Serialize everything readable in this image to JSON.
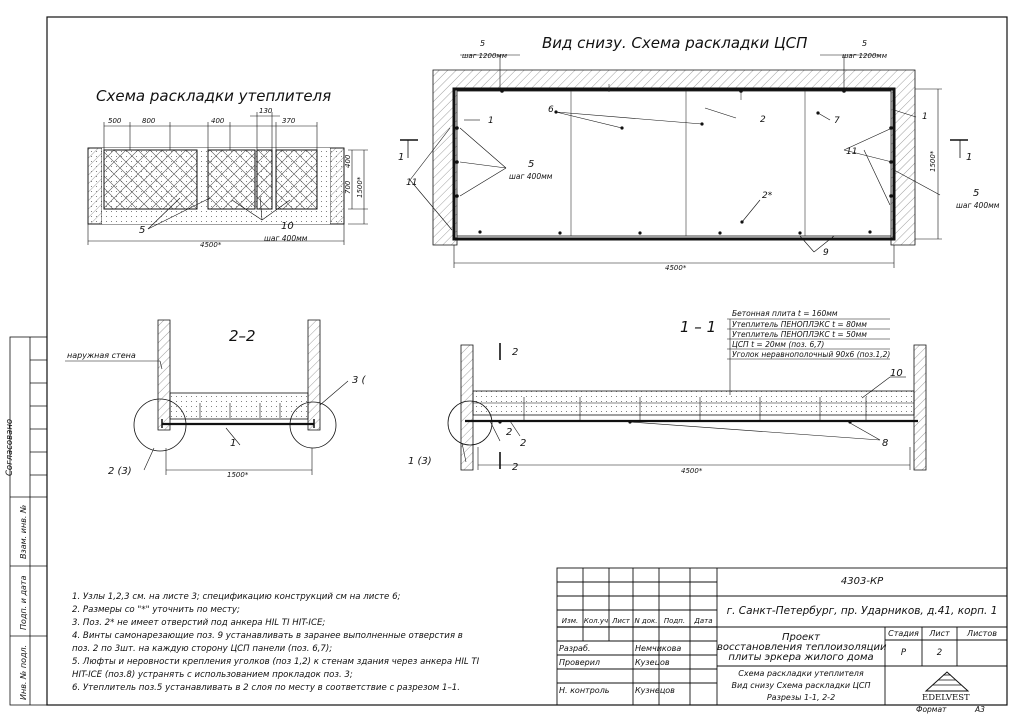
{
  "views": {
    "insulation_title": "Схема раскладки утеплителя",
    "bottom_title": "Вид снизу. Схема раскладки ЦСП",
    "section22_title": "2–2",
    "section11_title": "1 – 1"
  },
  "insulation_plan": {
    "dims_top": [
      "500",
      "800",
      "400",
      "130",
      "370"
    ],
    "dim_bottom": "4500*",
    "dims_right": [
      "400",
      "700",
      "1500*"
    ],
    "label_5": "5",
    "label_10": "10",
    "step": "шаг 400мм"
  },
  "bottom_view": {
    "top_left_num": "5",
    "top_left_step": "шаг 1200мм",
    "top_right_num": "5",
    "top_right_step": "шаг 1200мм",
    "right_num": "5",
    "right_step": "шаг 400мм",
    "left_num": "5",
    "left_step": "шаг 400мм",
    "callouts": [
      "1",
      "6",
      "2",
      "7",
      "1",
      "11",
      "11",
      "2*",
      "9"
    ],
    "dim_bottom": "4500*",
    "dim_right": "1500*",
    "cut_marks": [
      "1",
      "1"
    ]
  },
  "section22": {
    "outer_wall_label": "наружная стена",
    "label_3": "3 (",
    "label_1": "1",
    "node_label": "2 (3)",
    "dim": "1500*"
  },
  "section11": {
    "layers": [
      "Бетонная плита  t = 160мм",
      "Утеплитель ПЕНОПЛЭКС  t = 80мм",
      "Утеплитель ПЕНОПЛЭКС  t = 50мм",
      "ЦСП t = 20мм (поз. 6,7)",
      "Уголок неравнополочный 90х6 (поз.1,2)"
    ],
    "label_10": "10",
    "label_8": "8",
    "label_2a": "2",
    "label_2b": "2",
    "node_label": "1 (3)",
    "cut_top": "2",
    "cut_bottom": "2",
    "dim": "4500*"
  },
  "notes": [
    "1. Узлы 1,2,3 см. на листе 3; спецификацию конструкций см на листе 6;",
    " 2. Размеры со \"*\" уточнить по месту;",
    "3. Поз. 2* не имеет отверстий под анкера HIL TI HIT-ICE;",
    "4. Винты самонарезающие поз. 9 устанавливать в заранее выполненные отверстия в",
    "поз. 2 по 3шт. на каждую сторону ЦСП панели (поз. 6,7);",
    "5. Люфты и неровности крепления уголков (поз 1,2) к стенам здания через анкера HIL TI",
    "HIT-ICE (поз.8) устранять с использованием прокладок поз. 3;",
    "6. Утеплитель поз.5 устанавливать в 2 слоя по месту в соответствие с разрезом 1–1."
  ],
  "side_stamp": [
    "Согласовано",
    "Взам. инв. №",
    "Подп. и дата",
    "Инв. № подл."
  ],
  "title_block": {
    "code": "4303-КР",
    "address": "г. Санкт-Петербург, пр. Ударников, д.41, корп. 1",
    "head": [
      "Изм.",
      "Кол.уч",
      "Лист",
      "N док.",
      "Подп.",
      "Дата"
    ],
    "people": [
      {
        "role": "Разраб.",
        "name": "Немчикова"
      },
      {
        "role": "Проверил",
        "name": "Кузецов"
      },
      {
        "role": "",
        "name": ""
      },
      {
        "role": "Н. контроль",
        "name": "Кузнецов"
      }
    ],
    "project": [
      "Проект",
      "восстановления теплоизоляции",
      "плиты эркера жилого дома"
    ],
    "stage_head": [
      "Стадия",
      "Лист",
      "Листов"
    ],
    "stage_vals": [
      "Р",
      "2",
      ""
    ],
    "sheet_desc": [
      "Схема раскладки утеплителя",
      "Вид снизу Схема раскладки ЦСП",
      "Разрезы 1-1, 2-2"
    ],
    "logo": "EDELVEST",
    "format_label": "Формат",
    "format_value": "А3"
  }
}
